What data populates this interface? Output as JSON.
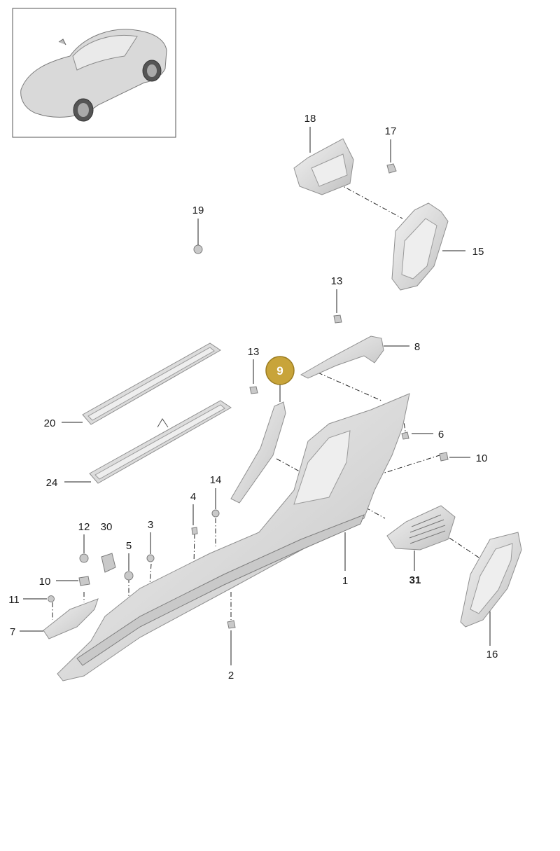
{
  "diagram": {
    "highlighted_part": "9",
    "highlight_color": "#c8a43a",
    "part_labels": {
      "p1": "1",
      "p2": "2",
      "p3": "3",
      "p4": "4",
      "p5": "5",
      "p6": "6",
      "p7": "7",
      "p8": "8",
      "p9": "9",
      "p10a": "10",
      "p10b": "10",
      "p11": "11",
      "p12": "12",
      "p13a": "13",
      "p13b": "13",
      "p14": "14",
      "p15": "15",
      "p16": "16",
      "p17": "17",
      "p18": "18",
      "p19": "19",
      "p20": "20",
      "p24": "24",
      "p30": "30",
      "p31": "31"
    }
  }
}
